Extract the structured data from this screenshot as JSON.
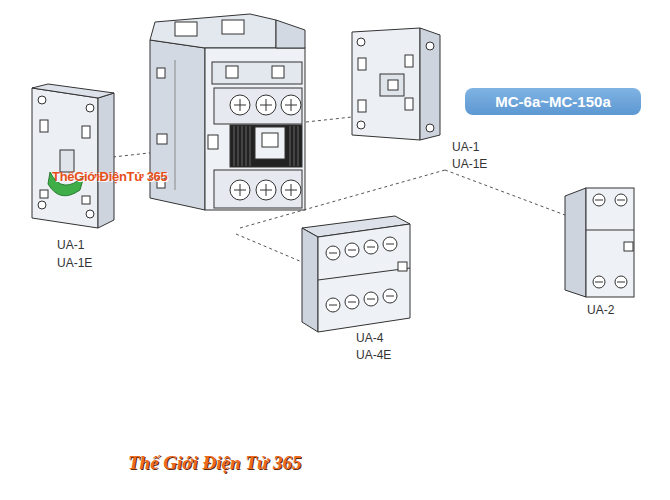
{
  "diagram": {
    "nodes": [
      {
        "text": [
          "MC-6a~MC-150a"
        ]
      }
    ],
    "labels": [
      "UA-1",
      "UA-1E",
      "ThếGiớiĐiệnTử 365",
      "UA-1",
      "UA-1E",
      "UA-2",
      "UA-4",
      "UA-4E",
      "Thế Giới Điện Tử 365"
    ]
  }
}
